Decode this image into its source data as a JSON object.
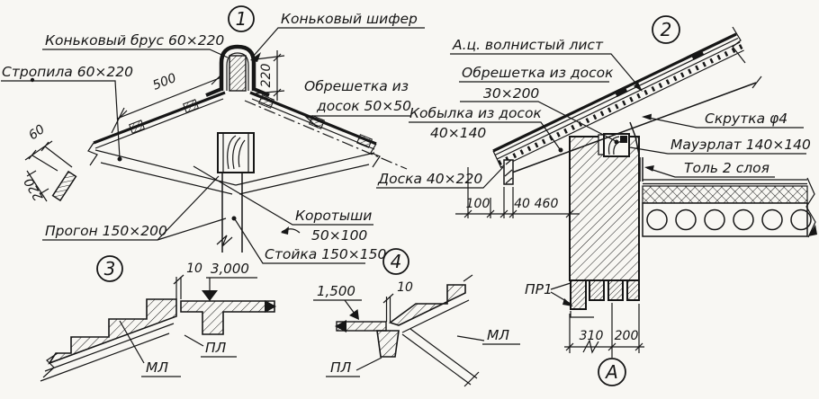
{
  "colors": {
    "ink": "#161616",
    "paper": "#f8f7f3"
  },
  "d1": {
    "num": "1",
    "ridge_slate": "Коньковый шифер",
    "ridge_beam": "Коньковый брус 60×220",
    "rafters": "Стропила 60×220",
    "lathing1": "Обрешетка из",
    "lathing2": "досок 50×50",
    "purlin": "Прогон 150×200",
    "shorts1": "Коротыши",
    "shorts2": "50×100",
    "post": "Стойка 150×150",
    "dim_spacing": "500",
    "dim_cap_h": "220",
    "dim_bar_w": "60",
    "dim_bar_h": "220"
  },
  "d2": {
    "num": "2",
    "sheet": "А.ц. волнистый лист",
    "lathing1": "Обрешетка из досок",
    "lathing2": "30×200",
    "kobylka1": "Кобылка из досок",
    "kobylka2": "40×140",
    "wire": "Скрутка φ4",
    "mauerlat": "Мауэрлат 140×140",
    "felt": "Толь 2 слоя",
    "board": "Доска 40×220",
    "lintel": "ПР1",
    "dim_100": "100",
    "dim_40": "40",
    "dim_460": "460",
    "dim_310": "310",
    "dim_200": "200",
    "axis": "А"
  },
  "d3": {
    "num": "3",
    "dim_gap": "10",
    "level": "3,000",
    "flight": "МЛ",
    "landing": "ПЛ"
  },
  "d4": {
    "num": "4",
    "dim_gap": "10",
    "level": "1,500",
    "flight": "МЛ",
    "landing": "ПЛ"
  }
}
